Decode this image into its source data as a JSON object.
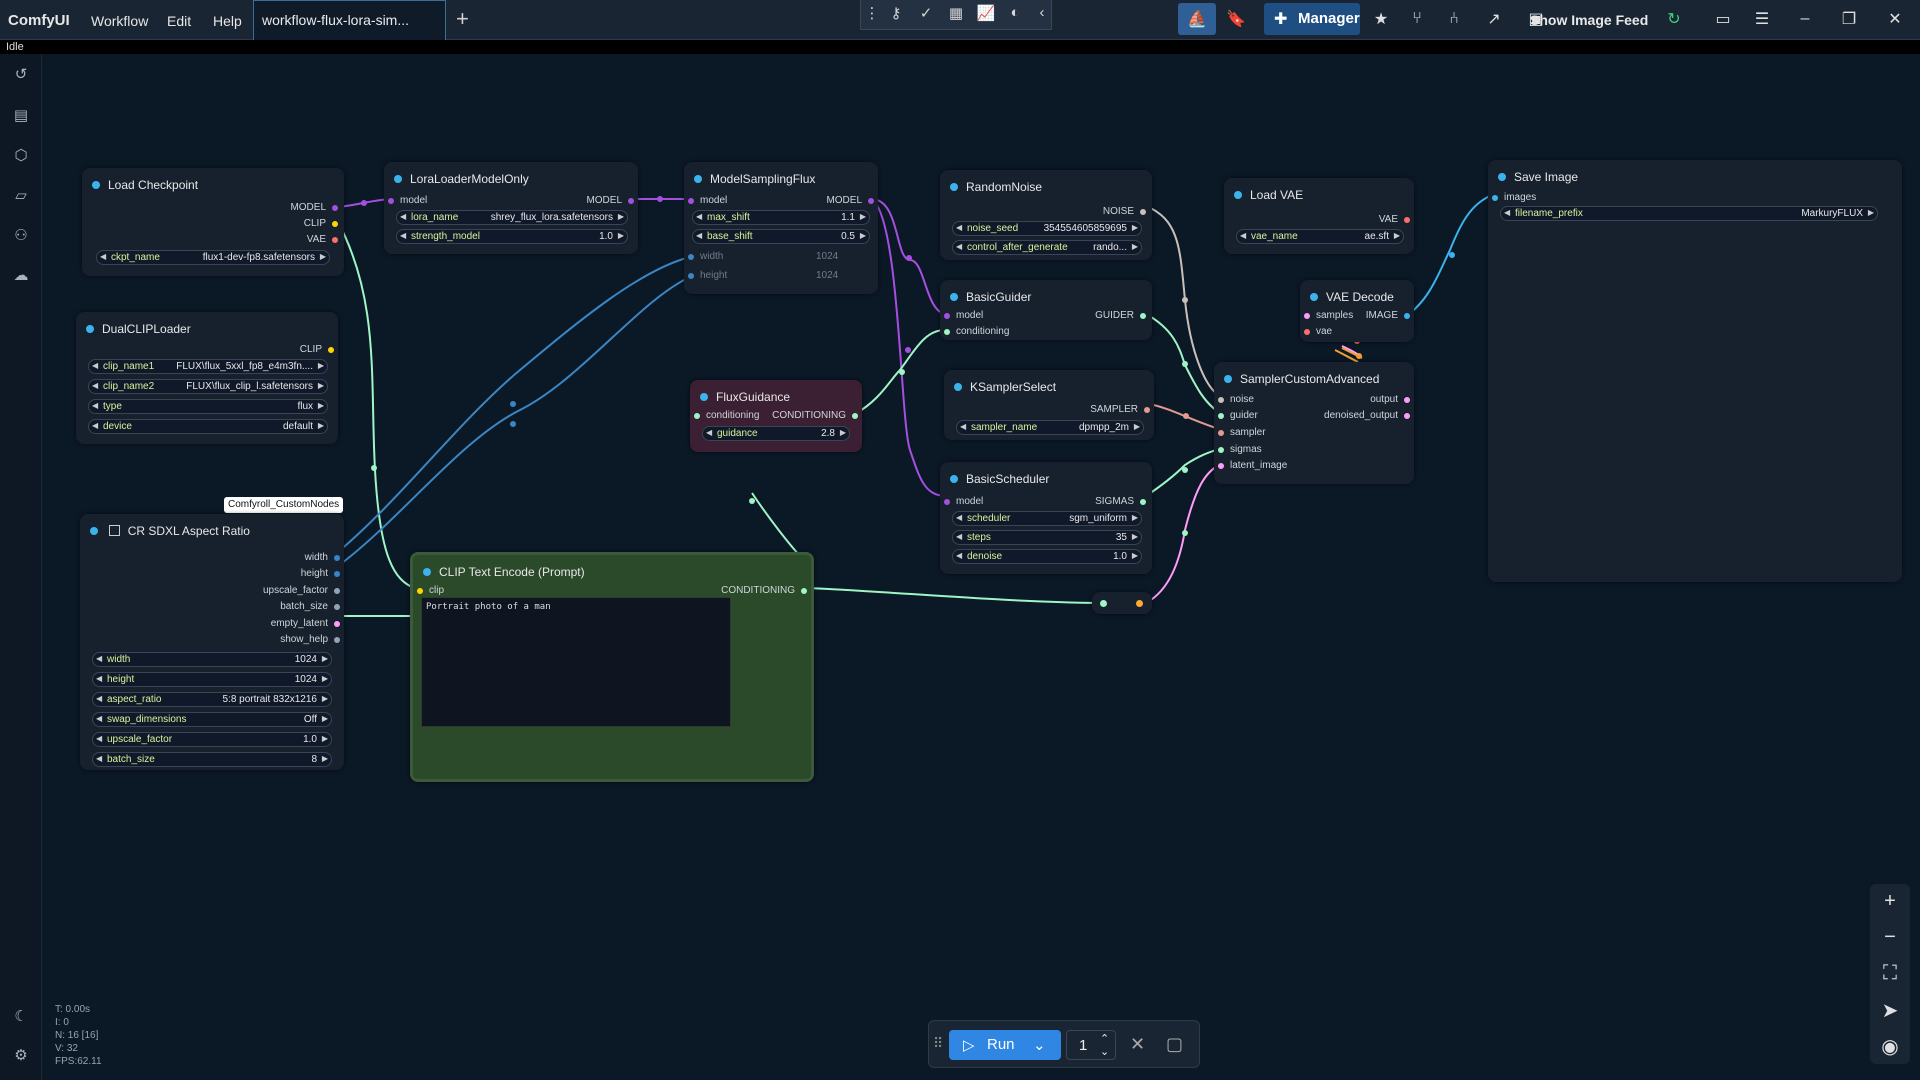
{
  "app": {
    "title": "ComfyUI",
    "status": "Idle"
  },
  "menu": [
    "Workflow",
    "Edit",
    "Help"
  ],
  "tab": {
    "name": "workflow-flux-lora-sim..."
  },
  "toolbar": {
    "manager_label": "Manager",
    "feed_label": "Show Image Feed"
  },
  "badge": {
    "text": "Comfyroll_CustomNodes"
  },
  "nodes": {
    "load_checkpoint": {
      "title": "Load Checkpoint",
      "outputs": [
        "MODEL",
        "CLIP",
        "VAE"
      ],
      "widgets": [
        {
          "name": "ckpt_name",
          "value": "flux1-dev-fp8.safetensors"
        }
      ]
    },
    "lora_loader": {
      "title": "LoraLoaderModelOnly",
      "inputs": [
        "model"
      ],
      "outputs": [
        "MODEL"
      ],
      "widgets": [
        {
          "name": "lora_name",
          "value": "shrey_flux_lora.safetensors"
        },
        {
          "name": "strength_model",
          "value": "1.0"
        }
      ]
    },
    "model_sampling_flux": {
      "title": "ModelSamplingFlux",
      "inputs": [
        "model"
      ],
      "outputs": [
        "MODEL"
      ],
      "widgets": [
        {
          "name": "max_shift",
          "value": "1.1"
        },
        {
          "name": "base_shift",
          "value": "0.5"
        }
      ],
      "dim_inputs": [
        {
          "name": "width",
          "value": "1024"
        },
        {
          "name": "height",
          "value": "1024"
        }
      ]
    },
    "random_noise": {
      "title": "RandomNoise",
      "outputs": [
        "NOISE"
      ],
      "widgets": [
        {
          "name": "noise_seed",
          "value": "354554605859695"
        },
        {
          "name": "control_after_generate",
          "value": "rando..."
        }
      ]
    },
    "load_vae": {
      "title": "Load VAE",
      "outputs": [
        "VAE"
      ],
      "widgets": [
        {
          "name": "vae_name",
          "value": "ae.sft"
        }
      ]
    },
    "save_image": {
      "title": "Save Image",
      "inputs": [
        "images"
      ],
      "widgets": [
        {
          "name": "filename_prefix",
          "value": "MarkuryFLUX"
        }
      ]
    },
    "dual_clip": {
      "title": "DualCLIPLoader",
      "outputs": [
        "CLIP"
      ],
      "widgets": [
        {
          "name": "clip_name1",
          "value": "FLUX\\flux_5xxl_fp8_e4m3fn...."
        },
        {
          "name": "clip_name2",
          "value": "FLUX\\flux_clip_l.safetensors"
        },
        {
          "name": "type",
          "value": "flux"
        },
        {
          "name": "device",
          "value": "default"
        }
      ]
    },
    "basic_guider": {
      "title": "BasicGuider",
      "inputs": [
        "model",
        "conditioning"
      ],
      "outputs": [
        "GUIDER"
      ]
    },
    "vae_decode": {
      "title": "VAE Decode",
      "inputs": [
        "samples",
        "vae"
      ],
      "outputs": [
        "IMAGE"
      ]
    },
    "sampler_custom": {
      "title": "SamplerCustomAdvanced",
      "inputs": [
        "noise",
        "guider",
        "sampler",
        "sigmas",
        "latent_image"
      ],
      "outputs": [
        "output",
        "denoised_output"
      ]
    },
    "flux_guidance": {
      "title": "FluxGuidance",
      "inputs": [
        "conditioning"
      ],
      "outputs": [
        "CONDITIONING"
      ],
      "widgets": [
        {
          "name": "guidance",
          "value": "2.8"
        }
      ]
    },
    "ksampler_select": {
      "title": "KSamplerSelect",
      "outputs": [
        "SAMPLER"
      ],
      "widgets": [
        {
          "name": "sampler_name",
          "value": "dpmpp_2m"
        }
      ]
    },
    "basic_scheduler": {
      "title": "BasicScheduler",
      "inputs": [
        "model"
      ],
      "outputs": [
        "SIGMAS"
      ],
      "widgets": [
        {
          "name": "scheduler",
          "value": "sgm_uniform"
        },
        {
          "name": "steps",
          "value": "35"
        },
        {
          "name": "denoise",
          "value": "1.0"
        }
      ]
    },
    "cr_sdxl": {
      "title": "CR SDXL Aspect Ratio",
      "outputs": [
        "width",
        "height",
        "upscale_factor",
        "batch_size",
        "empty_latent",
        "show_help"
      ],
      "widgets": [
        {
          "name": "width",
          "value": "1024"
        },
        {
          "name": "height",
          "value": "1024"
        },
        {
          "name": "aspect_ratio",
          "value": "5:8 portrait 832x1216"
        },
        {
          "name": "swap_dimensions",
          "value": "Off"
        },
        {
          "name": "upscale_factor",
          "value": "1.0"
        },
        {
          "name": "batch_size",
          "value": "8"
        }
      ]
    },
    "clip_text": {
      "title": "CLIP Text Encode (Prompt)",
      "inputs": [
        "clip"
      ],
      "outputs": [
        "CONDITIONING"
      ],
      "text": "Portrait photo of a man"
    }
  },
  "stats": [
    "T: 0.00s",
    "I: 0",
    "N: 16 [16]",
    "V: 32",
    "FPS:62.11"
  ],
  "runbar": {
    "run_label": "Run",
    "quantity": "1"
  },
  "colors": {
    "model": "#a54fe0",
    "clip": "#ffd500",
    "vae": "#ff6e6e",
    "conditioning": "#ffa931",
    "latent": "#ff9cf9",
    "accent": "#2f86e3"
  }
}
